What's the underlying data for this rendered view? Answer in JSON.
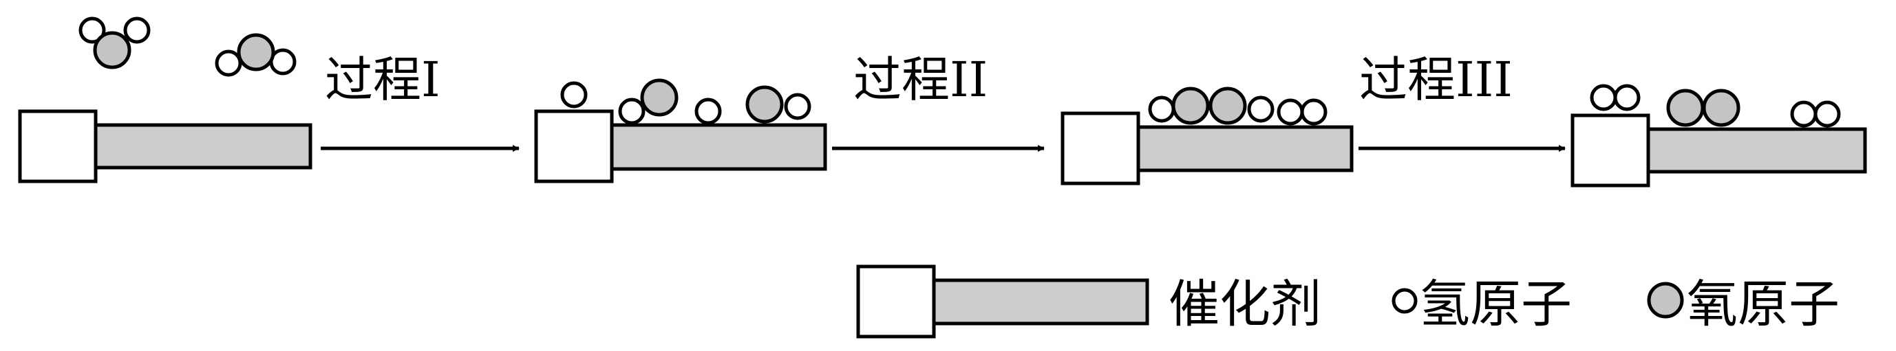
{
  "process_labels": [
    "过程I",
    "过程II",
    "过程III"
  ],
  "legend": {
    "catalyst": "催化剂",
    "hydrogen": "氢原子",
    "oxygen": "氧原子"
  },
  "colors": {
    "catalyst_bar": "#cccccc",
    "oxygen_atom": "#c4c4c4",
    "hydrogen_atom": "#ffffff",
    "outline": "#000000"
  }
}
